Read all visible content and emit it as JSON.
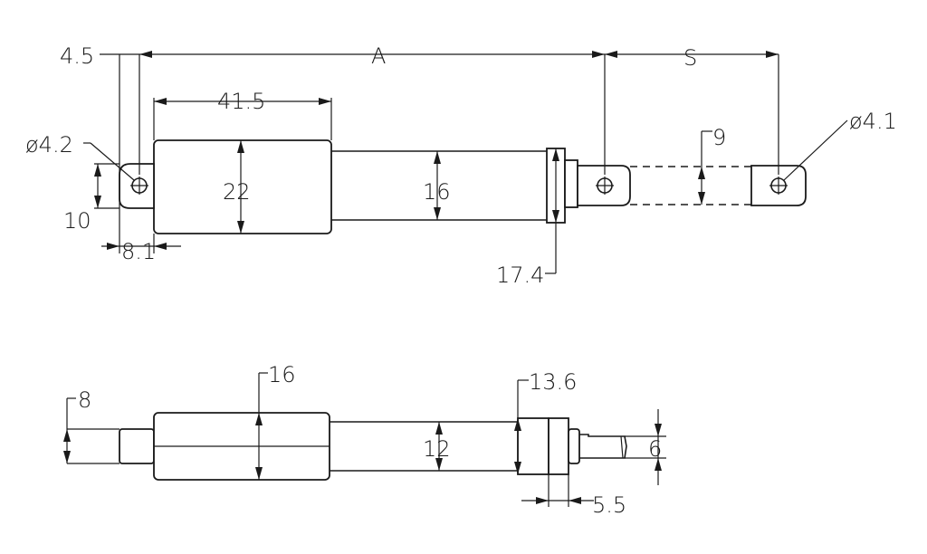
{
  "top_view": {
    "dims": {
      "a": "A",
      "s": "S",
      "d45": "4.5",
      "d415": "41.5",
      "hole_left": "ø4.2",
      "hole_right": "ø4.1",
      "d22": "22",
      "d16": "16",
      "d9": "9",
      "d10": "10",
      "d81": "8.1",
      "d174": "17.4"
    }
  },
  "side_view": {
    "dims": {
      "d8": "8",
      "d16": "16",
      "d136": "13.6",
      "d12": "12",
      "d6": "6",
      "d55": "5.5"
    }
  },
  "colors": {
    "line": "#1a1a1a",
    "background": "#ffffff"
  }
}
